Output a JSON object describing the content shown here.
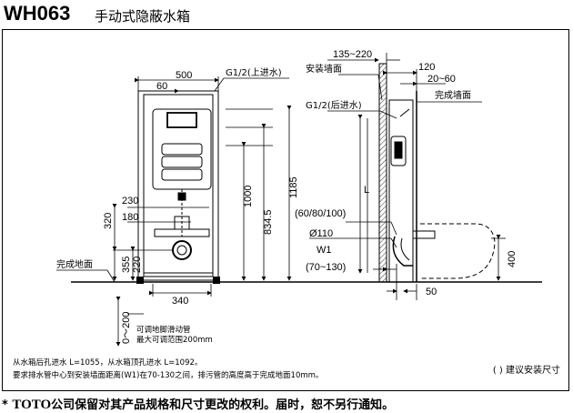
{
  "header": {
    "model": "WH063",
    "product_name": "手动式隐蔽水箱"
  },
  "dimensions": {
    "d500": "500",
    "d60": "60",
    "d230": "230",
    "d180": "180",
    "d320": "320",
    "d355": "355",
    "d220": "220",
    "d340": "340",
    "d0_200": "0～200",
    "d1000": "1000",
    "d834": "834.5",
    "d1185": "1185",
    "d135_220": "135~220",
    "d120": "120",
    "d20_60": "20~60",
    "d60_80_100": "(60/80/100)",
    "d110": "Ø110",
    "w1": "W1",
    "d70_130": "(70~130)",
    "d50": "50",
    "d400": "400",
    "L": "L"
  },
  "labels": {
    "top_inlet": "G1/2(上进水)",
    "install_wall": "安装墙面",
    "rear_inlet": "G1/2(后进水)",
    "finished_wall": "完成墙面",
    "finished_floor": "完成地面",
    "adjust_line1": "可调地脚滑动管",
    "adjust_line2": "最大可调范围200mm"
  },
  "notes": {
    "line1": "从水箱后孔进水 L=1055，从水箱顶孔进水 L=1092。",
    "line2": "要求排水管中心到安装墙面距离(W1)在70-130之间，排污管的高度高于完成地面10mm。"
  },
  "legend": "( ) 建议安装尺寸",
  "footer": {
    "star": "*",
    "brand": "TOTO",
    "text": "公司保留对其产品规格和尺寸更改的权利。届时，恕不另行通知。"
  }
}
